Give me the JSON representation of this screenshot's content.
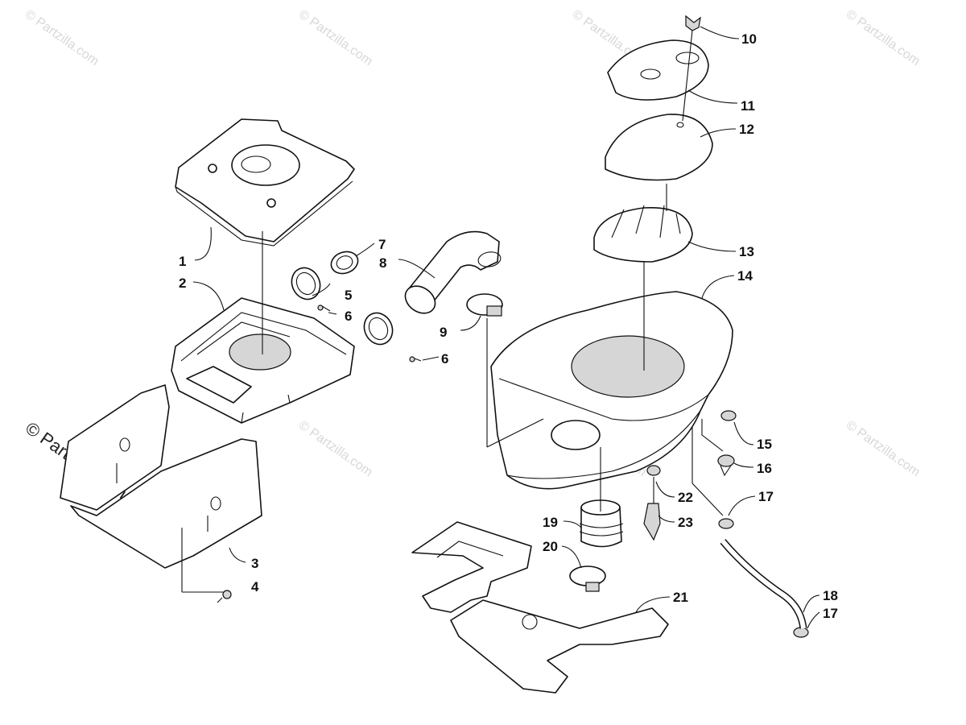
{
  "watermark": {
    "text": "© Partzilla.com"
  },
  "callouts": [
    {
      "id": "1",
      "label": "1"
    },
    {
      "id": "2",
      "label": "2"
    },
    {
      "id": "3",
      "label": "3"
    },
    {
      "id": "4",
      "label": "4"
    },
    {
      "id": "5",
      "label": "5"
    },
    {
      "id": "6a",
      "label": "6"
    },
    {
      "id": "6b",
      "label": "6"
    },
    {
      "id": "7",
      "label": "7"
    },
    {
      "id": "8",
      "label": "8"
    },
    {
      "id": "9",
      "label": "9"
    },
    {
      "id": "10",
      "label": "10"
    },
    {
      "id": "11",
      "label": "11"
    },
    {
      "id": "12",
      "label": "12"
    },
    {
      "id": "13",
      "label": "13"
    },
    {
      "id": "14",
      "label": "14"
    },
    {
      "id": "15",
      "label": "15"
    },
    {
      "id": "16",
      "label": "16"
    },
    {
      "id": "17a",
      "label": "17"
    },
    {
      "id": "17b",
      "label": "17"
    },
    {
      "id": "18",
      "label": "18"
    },
    {
      "id": "19",
      "label": "19"
    },
    {
      "id": "20",
      "label": "20"
    },
    {
      "id": "21",
      "label": "21"
    },
    {
      "id": "22",
      "label": "22"
    },
    {
      "id": "23",
      "label": "23"
    }
  ]
}
